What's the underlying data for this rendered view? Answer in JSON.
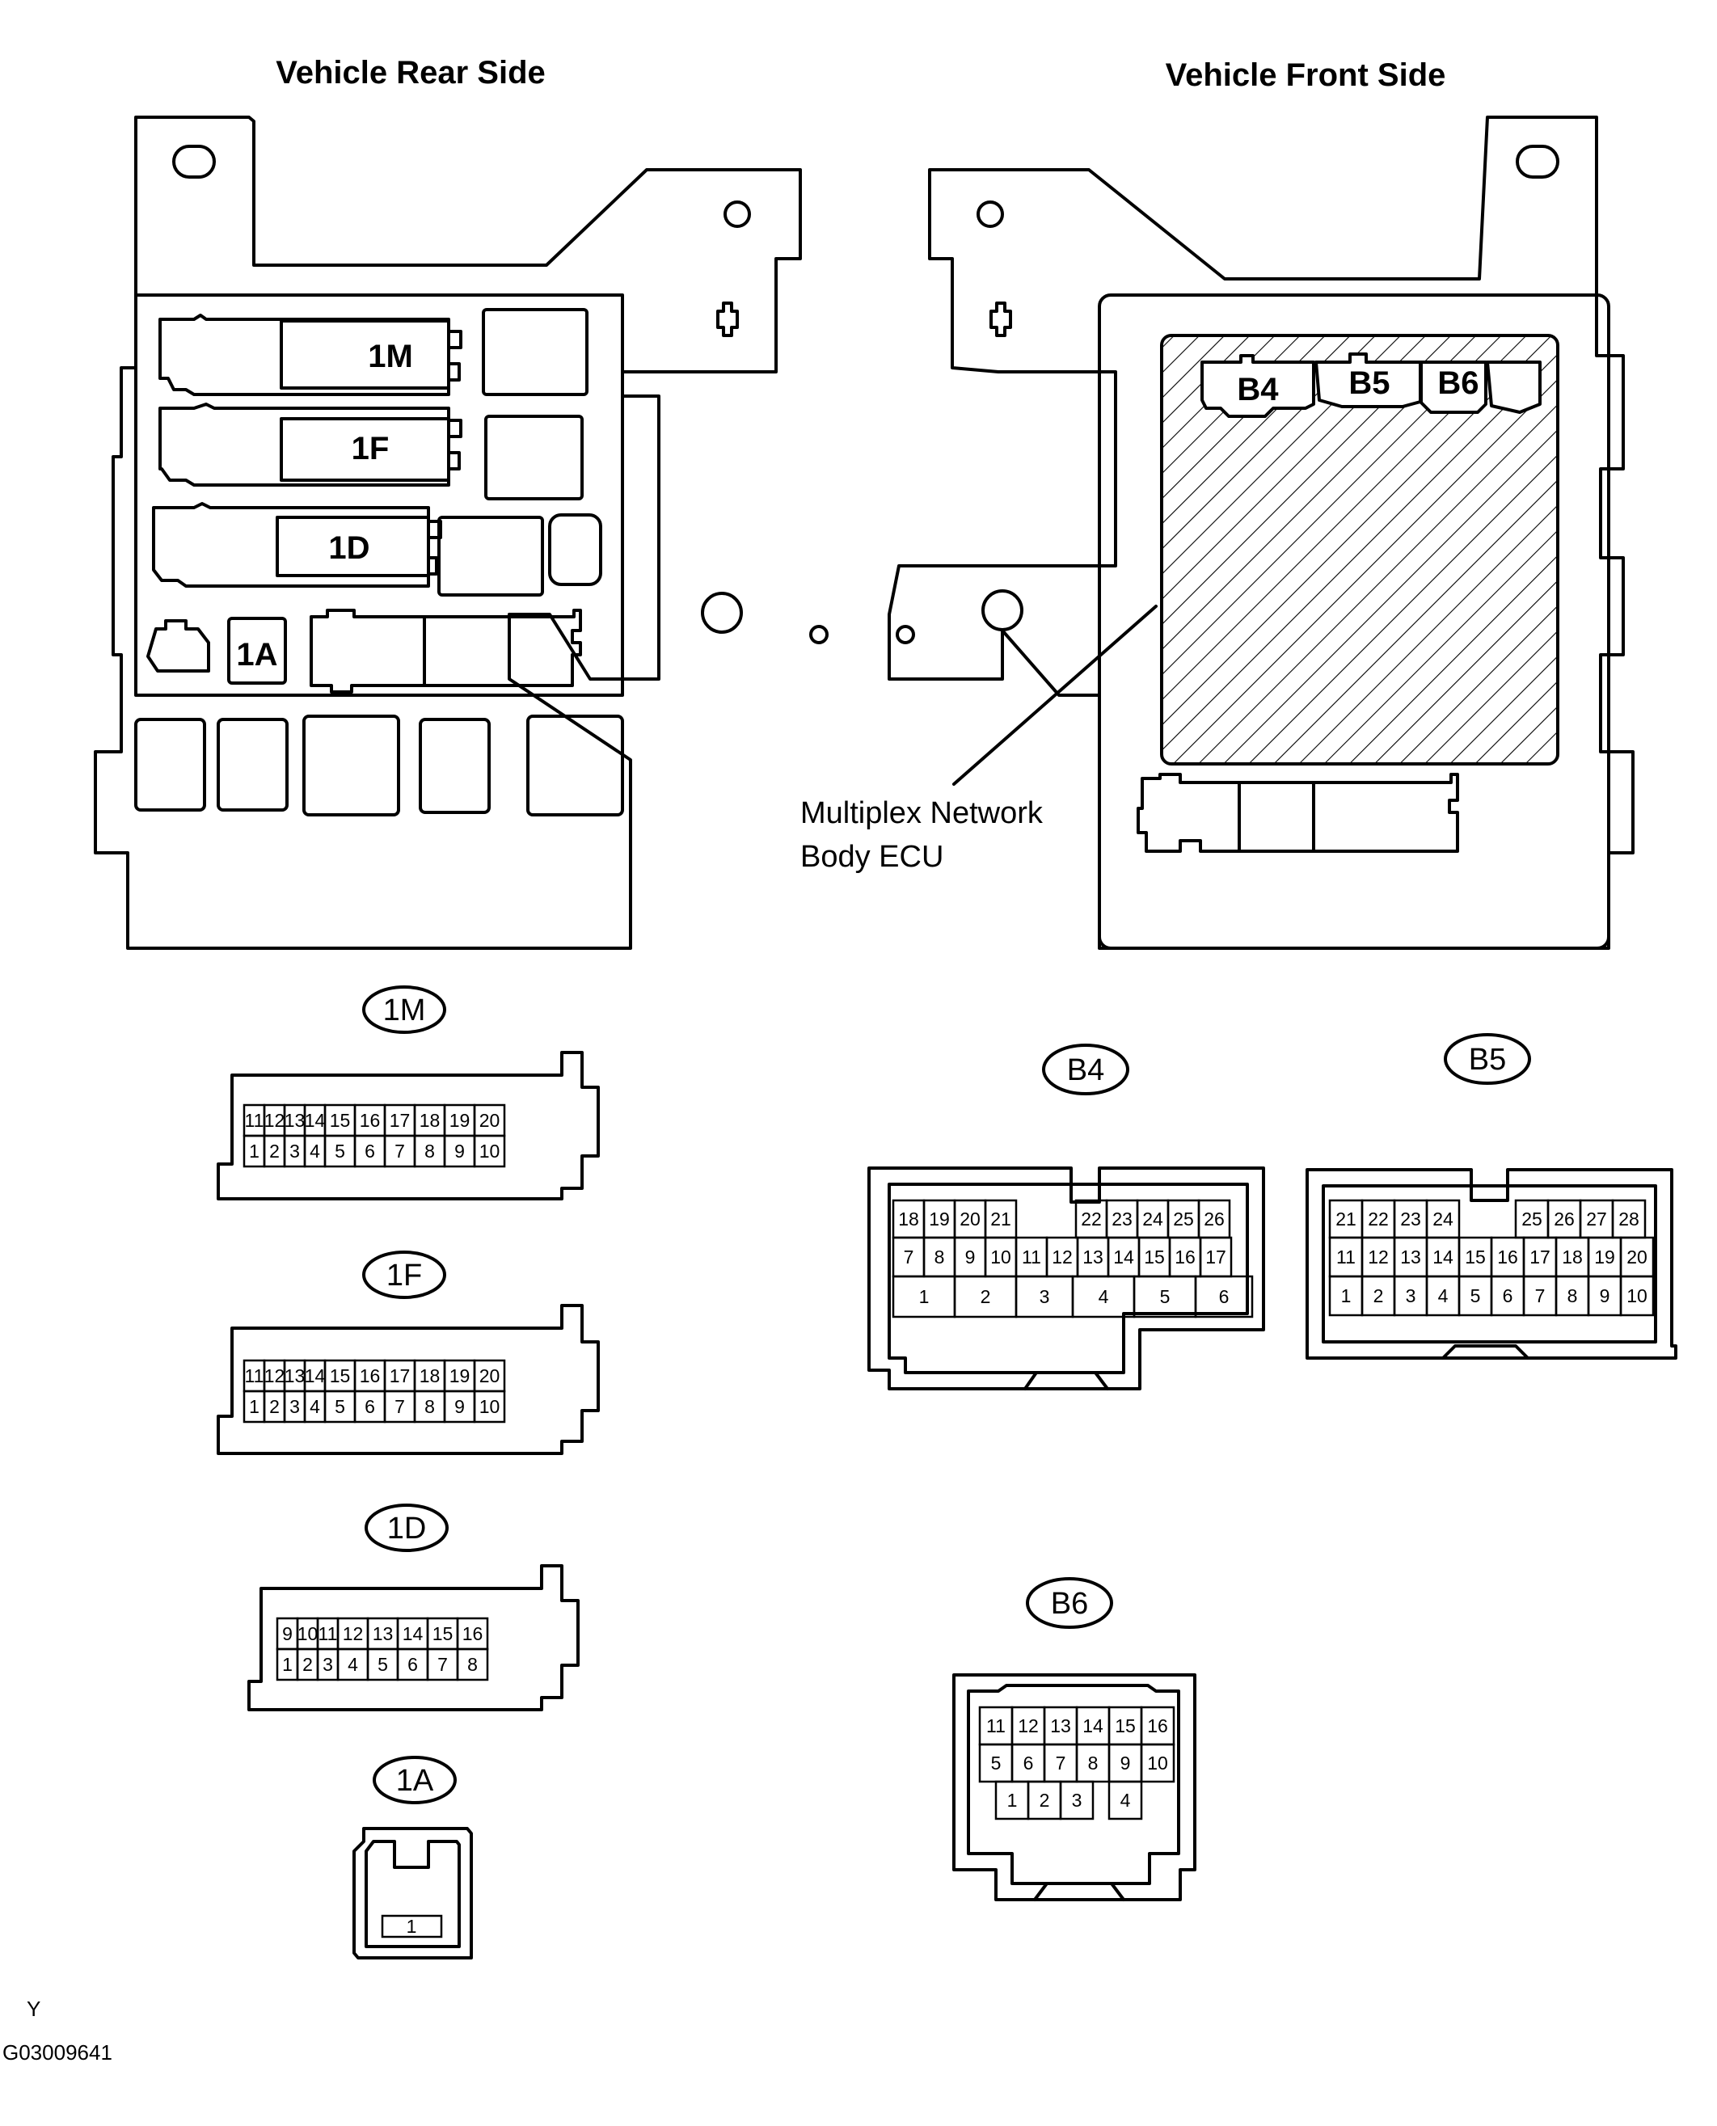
{
  "titles": {
    "rear": "Vehicle Rear Side",
    "front": "Vehicle Front Side"
  },
  "junction_block_labels": {
    "1M": "1M",
    "1F": "1F",
    "1D": "1D",
    "1A": "1A"
  },
  "ecu_connector_labels": {
    "B4": "B4",
    "B5": "B5",
    "B6": "B6"
  },
  "callout": {
    "line1": "Multiplex Network",
    "line2": "Body ECU"
  },
  "connectors": {
    "c1M": {
      "label": "1M",
      "top_row": [
        "11",
        "12",
        "13",
        "14",
        "15",
        "16",
        "17",
        "18",
        "19",
        "20"
      ],
      "bottom_row": [
        "1",
        "2",
        "3",
        "4",
        "5",
        "6",
        "7",
        "8",
        "9",
        "10"
      ]
    },
    "c1F": {
      "label": "1F",
      "top_row": [
        "11",
        "12",
        "13",
        "14",
        "15",
        "16",
        "17",
        "18",
        "19",
        "20"
      ],
      "bottom_row": [
        "1",
        "2",
        "3",
        "4",
        "5",
        "6",
        "7",
        "8",
        "9",
        "10"
      ]
    },
    "c1D": {
      "label": "1D",
      "top_row": [
        "9",
        "10",
        "11",
        "12",
        "13",
        "14",
        "15",
        "16"
      ],
      "bottom_row": [
        "1",
        "2",
        "3",
        "4",
        "5",
        "6",
        "7",
        "8"
      ]
    },
    "c1A": {
      "label": "1A",
      "pins": [
        "1"
      ]
    },
    "cB4": {
      "label": "B4",
      "row1": [
        "18",
        "19",
        "20",
        "21",
        "22",
        "23",
        "24",
        "25",
        "26"
      ],
      "row2": [
        "7",
        "8",
        "9",
        "10",
        "11",
        "12",
        "13",
        "14",
        "15",
        "16",
        "17"
      ],
      "row3": [
        "1",
        "2",
        "3",
        "4",
        "5",
        "6"
      ]
    },
    "cB5": {
      "label": "B5",
      "row1": [
        "21",
        "22",
        "23",
        "24",
        "25",
        "26",
        "27",
        "28"
      ],
      "row2": [
        "11",
        "12",
        "13",
        "14",
        "15",
        "16",
        "17",
        "18",
        "19",
        "20"
      ],
      "row3": [
        "1",
        "2",
        "3",
        "4",
        "5",
        "6",
        "7",
        "8",
        "9",
        "10"
      ]
    },
    "cB6": {
      "label": "B6",
      "row1": [
        "11",
        "12",
        "13",
        "14",
        "15",
        "16"
      ],
      "row2": [
        "5",
        "6",
        "7",
        "8",
        "9",
        "10"
      ],
      "row3": [
        "1",
        "2",
        "3",
        "4"
      ]
    }
  },
  "footer": {
    "letter": "Y",
    "code": "G03009641"
  }
}
